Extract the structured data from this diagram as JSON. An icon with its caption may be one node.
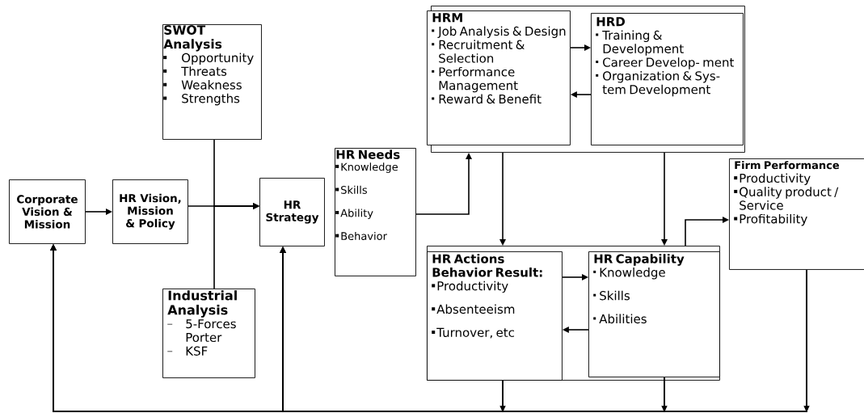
{
  "diagram": {
    "nodes": [
      {
        "text": [
          "Corporate Vision & Mission"
        ]
      },
      {
        "text": [
          "HR Vision, Mission & Policy"
        ]
      },
      {
        "text": [
          "SWOT Analysis",
          "Opportunity",
          "Threats",
          "Weakness",
          "Strengths"
        ]
      },
      {
        "text": [
          "HR Strategy"
        ]
      },
      {
        "text": [
          "Industrial Analysis",
          "5-Forces Porter",
          "KSF"
        ]
      },
      {
        "text": [
          "HR Needs",
          "Knowledge",
          "Skills",
          "Ability",
          "Behavior"
        ]
      },
      {
        "text": [],
        "shape": "box"
      },
      {
        "text": [
          "HRM",
          "Job Analysis & Design",
          "Recruitment & Selection",
          "Performance Management",
          "Reward & Benefit"
        ],
        "in": 6
      },
      {
        "text": [
          "HRD",
          "Training & Development",
          "Career Develop- ment",
          "Organization & Sys-tem Development"
        ],
        "in": 6
      },
      {
        "text": [
          "Firm Performance",
          "Productivity",
          "Quality product / Service",
          "Profitability"
        ]
      },
      {
        "text": [],
        "shape": "box"
      },
      {
        "text": [
          "HR Actions Behavior Result:",
          "Productivity",
          "Absenteeism",
          "Turnover, etc"
        ],
        "in": 10
      },
      {
        "text": [
          "HR Capability",
          "Knowledge",
          "Skills",
          "Abilities"
        ],
        "in": 10
      }
    ],
    "edges": [
      {
        "from": 0,
        "to": 1,
        "arrow": "to"
      },
      {
        "from": 1,
        "to": 3,
        "arrow": "to"
      },
      {
        "from": 2,
        "to": 3,
        "arrow": "to"
      },
      {
        "from": 4,
        "to": 3,
        "arrow": "to"
      },
      {
        "from": 5,
        "to": 6,
        "arrow": "to"
      },
      {
        "from": 7,
        "to": 8,
        "arrow": "to"
      },
      {
        "from": 8,
        "to": 7,
        "arrow": "to"
      },
      {
        "from": 6,
        "to": 10,
        "arrow": "to"
      },
      {
        "from": 6,
        "to": 10,
        "arrow": "to"
      },
      {
        "from": 11,
        "to": 12,
        "arrow": "to"
      },
      {
        "from": 12,
        "to": 11,
        "arrow": "to"
      },
      {
        "from": 10,
        "to": 9,
        "arrow": "to"
      },
      {
        "from": 11,
        "to": 0,
        "arrow": "to"
      },
      {
        "from": 11,
        "to": 3,
        "arrow": "to"
      },
      {
        "from": 12,
        "to": 0,
        "arrow": "to"
      },
      {
        "from": 12,
        "to": 3,
        "arrow": "to"
      },
      {
        "from": 9,
        "to": 0,
        "arrow": "to"
      },
      {
        "from": 9,
        "to": 3,
        "arrow": "to"
      }
    ]
  }
}
